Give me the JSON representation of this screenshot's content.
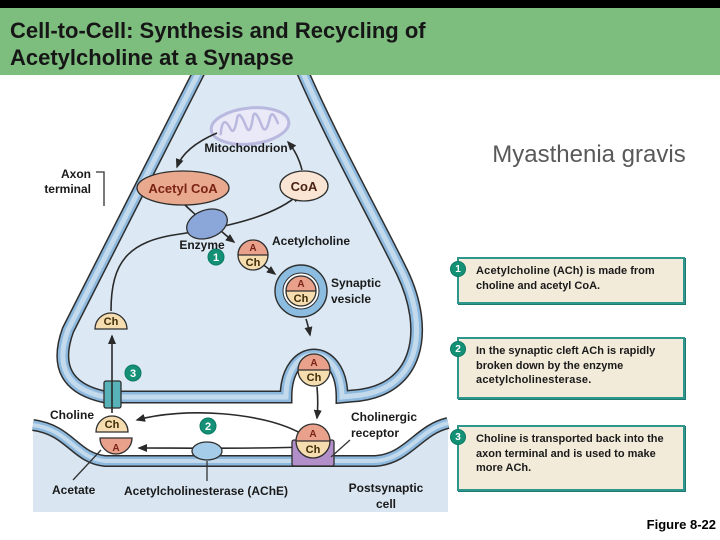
{
  "slide": {
    "title_line1": "Cell-to-Cell: Synthesis and Recycling of",
    "title_line2": "Acetylcholine at a Synapse",
    "annotation": "Myasthenia gravis",
    "figure_caption": "Figure 8-22"
  },
  "diagram": {
    "labels": {
      "mitochondrion": "Mitochondrion",
      "axon_terminal_line1": "Axon",
      "axon_terminal_line2": "terminal",
      "acetyl_coa": "Acetyl CoA",
      "coa": "CoA",
      "enzyme": "Enzyme",
      "acetylcholine": "Acetylcholine",
      "synaptic_vesicle_line1": "Synaptic",
      "synaptic_vesicle_line2": "vesicle",
      "choline": "Choline",
      "acetate": "Acetate",
      "ache": "Acetylcholinesterase (AChE)",
      "cholinergic_line1": "Cholinergic",
      "cholinergic_line2": "receptor",
      "postsynaptic_line1": "Postsynaptic",
      "postsynaptic_line2": "cell",
      "molecule_a": "A",
      "molecule_ch": "Ch",
      "step1": "1",
      "step2": "2",
      "step3": "3"
    },
    "colors": {
      "title_bar_green": "#7dbd7e",
      "step_teal": "#149077",
      "callout_fill": "#f2ebda",
      "callout_border": "#2e968c",
      "membrane_blue": "#8db9de",
      "cell_interior": "#dce9f4",
      "postsynaptic_fill": "#d9e6f2",
      "acetyl_salmon": "#e9a98e",
      "choline_cream": "#f5ddb0",
      "receptor_purple": "#b28fc9",
      "enzyme_blue": "#8ba6d9",
      "annotation_gray": "#595959"
    }
  },
  "callouts": [
    {
      "num": "1",
      "kw_before": "Acetylcholine",
      "text": " (ACh) is made from choline and acetyl CoA."
    },
    {
      "num": "2",
      "text": "In the synaptic cleft ACh is rapidly broken down by the enzyme ",
      "kw_after": "acetylcholinesterase."
    },
    {
      "num": "3",
      "text": "Choline is transported back into the axon terminal and is used to make more ACh."
    }
  ]
}
